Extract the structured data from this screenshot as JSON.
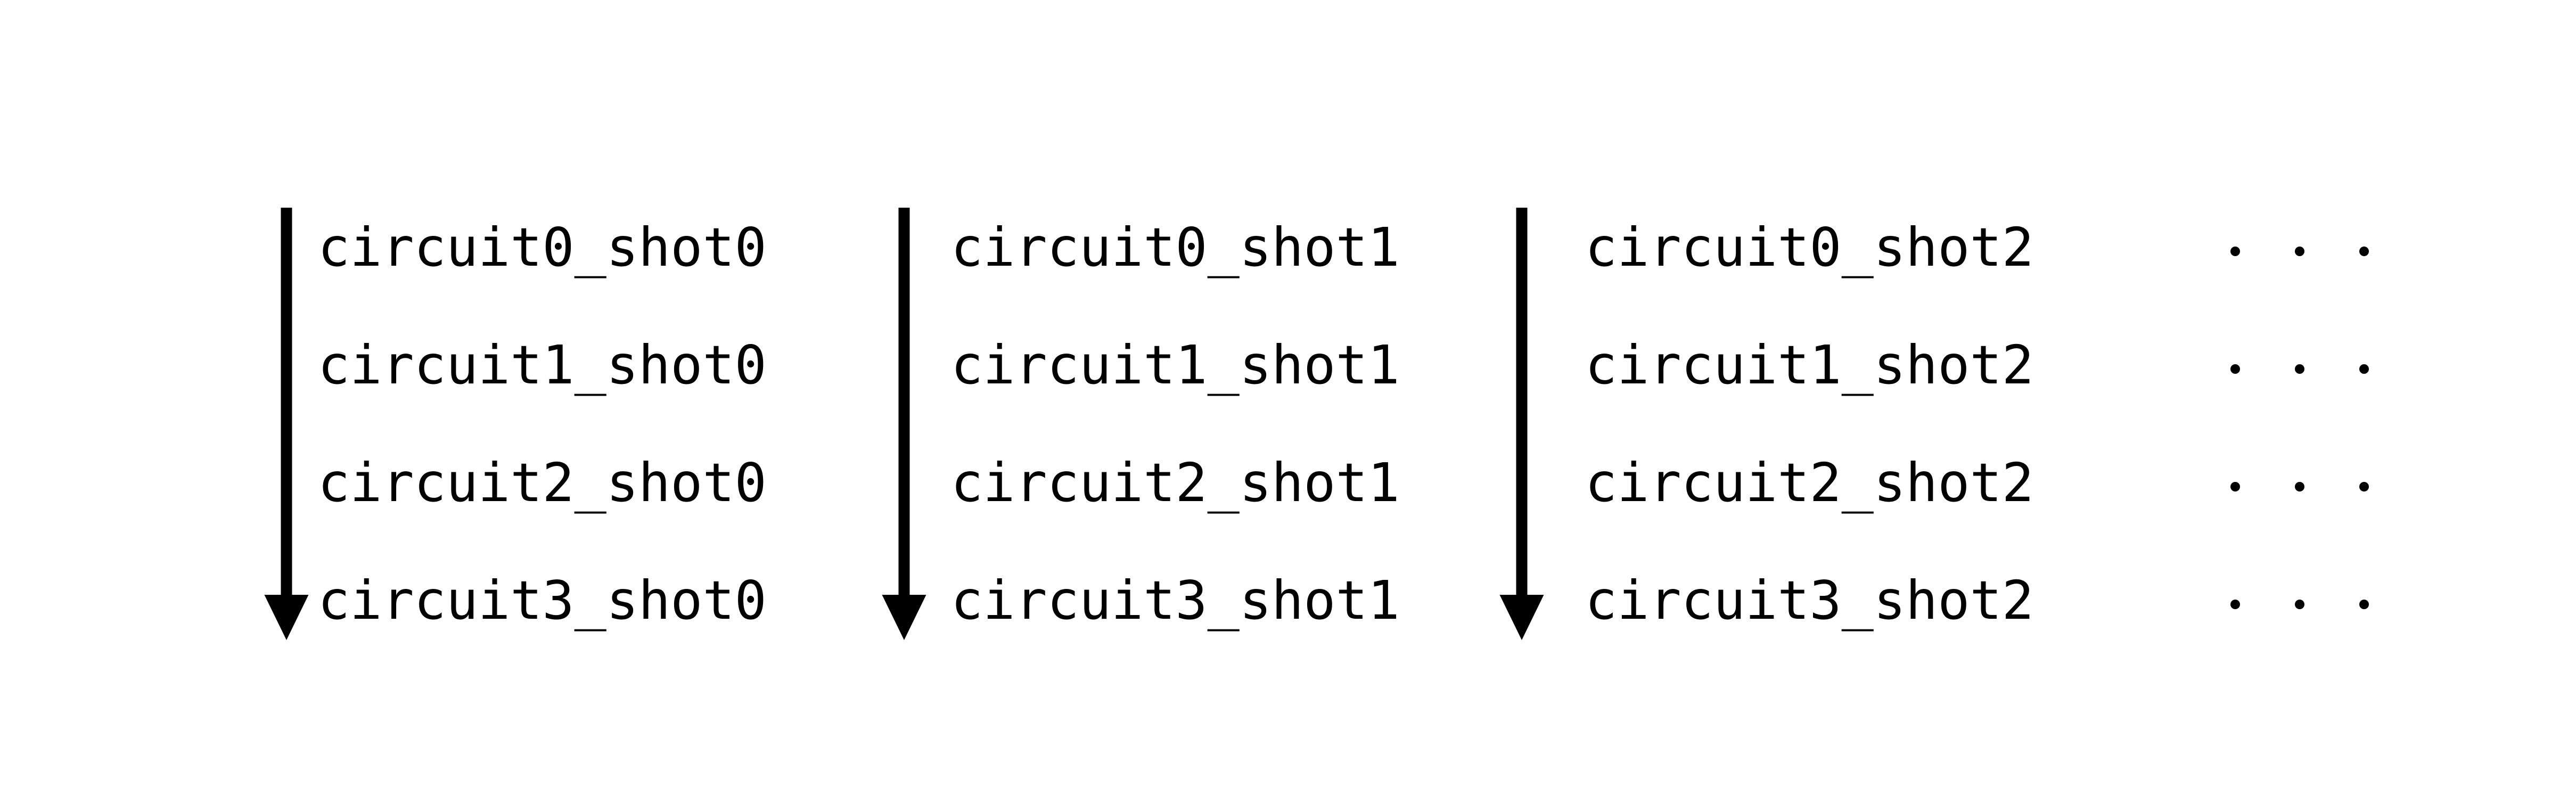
{
  "canvas": {
    "background_color": "#ffffff",
    "ink_color": "#000000"
  },
  "columns": [
    {
      "labels": [
        "circuit0_shot0",
        "circuit1_shot0",
        "circuit2_shot0",
        "circuit3_shot0"
      ]
    },
    {
      "labels": [
        "circuit0_shot1",
        "circuit1_shot1",
        "circuit2_shot1",
        "circuit3_shot1"
      ]
    },
    {
      "labels": [
        "circuit0_shot2",
        "circuit1_shot2",
        "circuit2_shot2",
        "circuit3_shot2"
      ]
    }
  ],
  "ellipsis": {
    "rows": 4,
    "dots_per_row": 3
  }
}
